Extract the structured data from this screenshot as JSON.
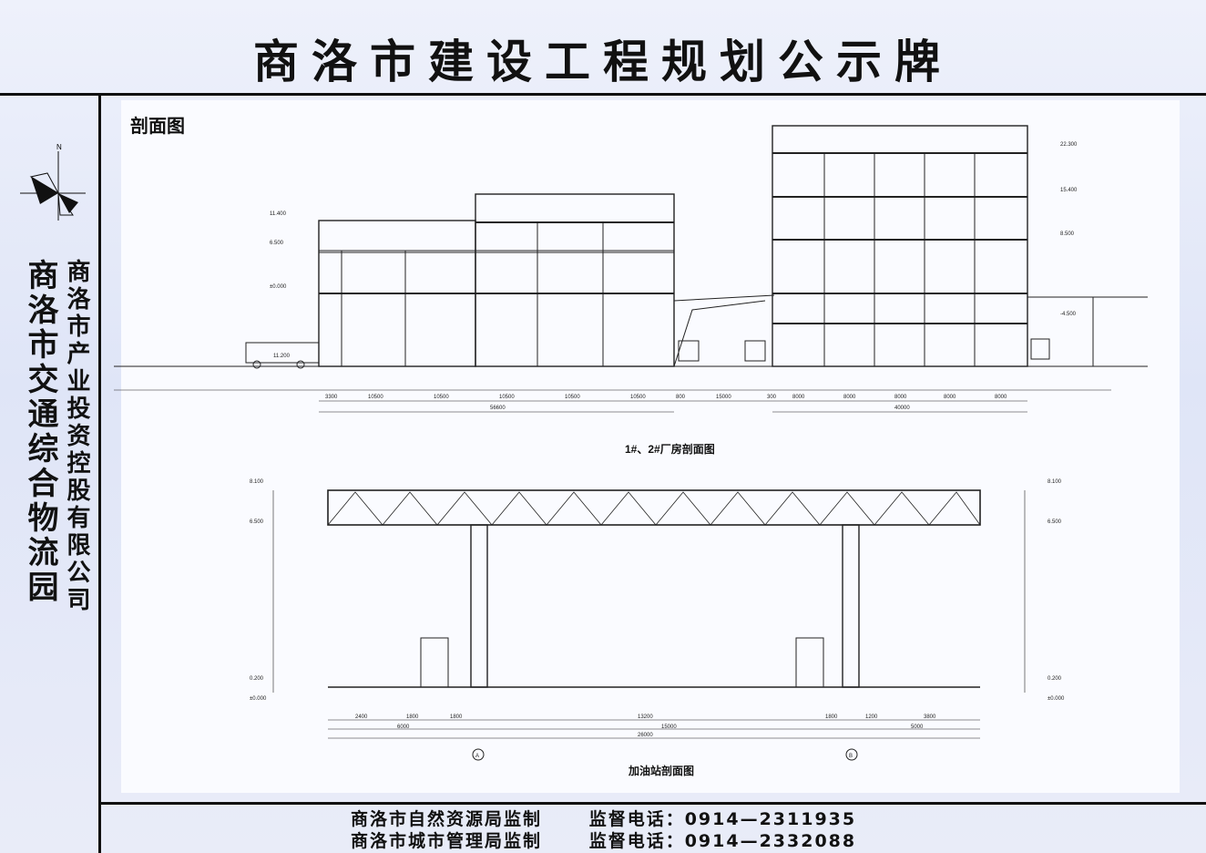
{
  "board": {
    "title": "商洛市建设工程规划公示牌"
  },
  "left_panel": {
    "park_name": "商洛市交通综合物流园",
    "company": "商洛市产业投资控股有限公司",
    "north_label": "N"
  },
  "drawing": {
    "section_label": "剖面图",
    "factory_caption": "1#、2#厂房剖面图",
    "station_caption": "加油站剖面图",
    "factory_dims_left": [
      "3300",
      "10500",
      "10500",
      "10500",
      "10500",
      "10500",
      "800",
      "15000",
      "300"
    ],
    "factory_total_left": "56600",
    "factory_dims_right": [
      "8000",
      "8000",
      "8000",
      "8000",
      "8000"
    ],
    "factory_total_right": "40000",
    "factory_levels_left": [
      "11.400",
      "6.500",
      "±0.000",
      "11.200"
    ],
    "factory_levels_right": [
      "22.300",
      "15.400",
      "8.500",
      "-4.500"
    ],
    "station_dims_top": [
      "2400",
      "1800",
      "1800",
      "13200",
      "1800",
      "1200",
      "3800"
    ],
    "station_dims_mid": [
      "6000",
      "15000",
      "5000"
    ],
    "station_total": "26000",
    "station_levels": [
      "8.100",
      "6.500",
      "0.200",
      "±0.000"
    ],
    "station_axes": [
      "A",
      "B"
    ]
  },
  "footer": {
    "line1": "商洛市自然资源局监制      监督电话：0914—2311935",
    "line2": "商洛市城市管理局监制      监督电话：0914—2332088"
  }
}
